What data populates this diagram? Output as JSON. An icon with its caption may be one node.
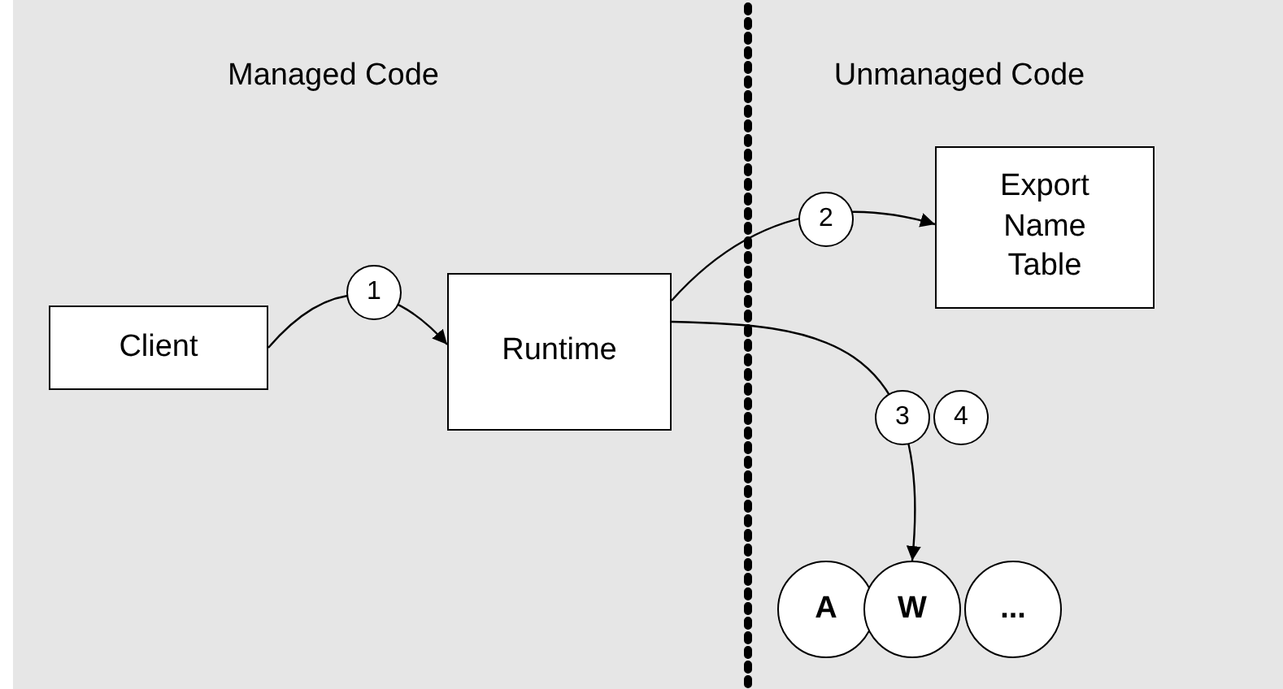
{
  "diagram": {
    "nodes": [
      {
        "text": [
          "Client"
        ]
      },
      {
        "text": [
          "Runtime"
        ]
      },
      {
        "text": [
          "Export Name Table"
        ]
      },
      {
        "text": [
          "A"
        ]
      },
      {
        "text": [
          "W"
        ]
      },
      {
        "text": [
          "..."
        ]
      }
    ],
    "edges": [
      {
        "from": 0,
        "to": 1,
        "arrow": "to",
        "label": "1"
      },
      {
        "from": 1,
        "to": 2,
        "arrow": "to",
        "label": "2"
      },
      {
        "from": 1,
        "to": 4,
        "arrow": "to"
      }
    ],
    "labels": [
      "Managed Code",
      "Unmanaged Code",
      "3",
      "4"
    ]
  }
}
